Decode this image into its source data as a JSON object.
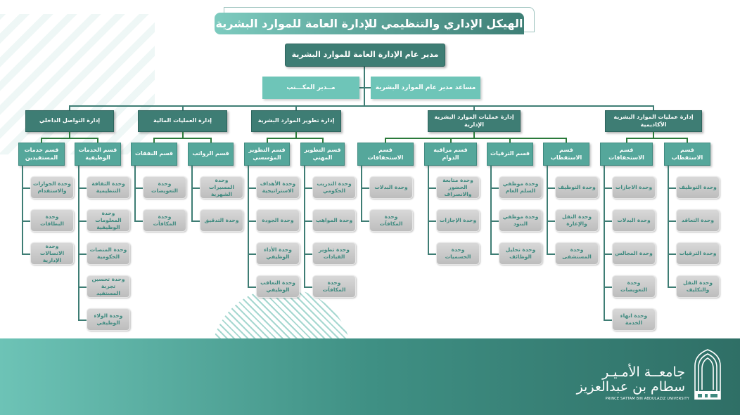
{
  "title": "الهيكل الإداري والتنظيمي للإدارة العامة للموارد البشرية",
  "director": "مدير عام الإدارة العامة للموارد البشرية",
  "assistant": "مساعد مدير عام الموارد البشرية",
  "office_manager": "مــدير المكـــتب",
  "departments": [
    {
      "name": "إدارة عمليات الموارد البشرية الأكاديمية",
      "sections": [
        {
          "name": "قسم الاستقطاب",
          "units": [
            "وحدة التوظيف",
            "وحدة التعاقد",
            "وحدة الترقيات",
            "وحدة النقل والتكليف"
          ]
        },
        {
          "name": "قسم الاستحقاقات",
          "units": [
            "وحدة الاجازات",
            "وحدة البدلات",
            "وحدة المجالس",
            "وحدة التعويضات",
            "وحدة انهاء الخدمة"
          ]
        }
      ]
    },
    {
      "name": "إدارة عمليات الموارد البشرية الإدارية",
      "sections": [
        {
          "name": "قسم الاستقطاب",
          "units": [
            "وحدة التوظيف",
            "وحدة النقل والإعارة",
            "وحدة المستشفى"
          ]
        },
        {
          "name": "قسم الترقيات",
          "units": [
            "وحدة موظفي السلم العام",
            "وحدة موظفي البنود",
            "وحدة تحليل الوظائف"
          ]
        },
        {
          "name": "قسم مراقبة الدوام",
          "units": [
            "وحدة متابعة الحضور والانصراف",
            "وحدة الإجازات",
            "وحدة الحسميات"
          ]
        },
        {
          "name": "قسم الاستحقاقات",
          "units": [
            "وحدة البدلات",
            "وحدة المكافآت"
          ]
        }
      ]
    },
    {
      "name": "إدارة تطوير الموارد البشرية",
      "sections": [
        {
          "name": "قسم التطوير المهني",
          "units": [
            "وحدة التدريب الحكومي",
            "وحدة المواهب",
            "وحدة تطوير القيادات",
            "وحدة المكافآت"
          ]
        },
        {
          "name": "قسم التطوير المؤسسي",
          "units": [
            "وحدة الأهداف الاستراتيجية",
            "وحدة الجودة",
            "وحدة الأداء الوظيفي",
            "وحدة التعاقب الوظيفي"
          ]
        }
      ]
    },
    {
      "name": "إدارة العمليات المالية",
      "sections": [
        {
          "name": "قسم الرواتب",
          "units": [
            "وحدة المسيرات الشهرية",
            "وحدة التدقيق"
          ]
        },
        {
          "name": "قسم النفقات",
          "units": [
            "وحدة التعويضات",
            "وحدة المكافآت"
          ]
        }
      ]
    },
    {
      "name": "إدارة التواصل الداخلي",
      "sections": [
        {
          "name": "قسم الخدمات الوظيفية",
          "units": [
            "وحدة الثقافة التنظيمية",
            "وحدة المعلومات الوظيفية",
            "وحدة المنصات الحكومية",
            "وحدة تحسين تجربة المستفيد",
            "وحدة الولاء الوظيفي"
          ]
        },
        {
          "name": "قسم خدمات المستفيدين",
          "units": [
            "وحدة الجوازات والاستقدام",
            "وحدة البطاقات",
            "وحدة الاتصالات الإدارية"
          ]
        }
      ]
    }
  ],
  "university": {
    "line1": "جامعــة الأمـيـر",
    "line2": "سطام بن عبدالعزيز",
    "english": "PRINCE SATTAM BIN ABDULAZIZ UNIVERSITY"
  }
}
